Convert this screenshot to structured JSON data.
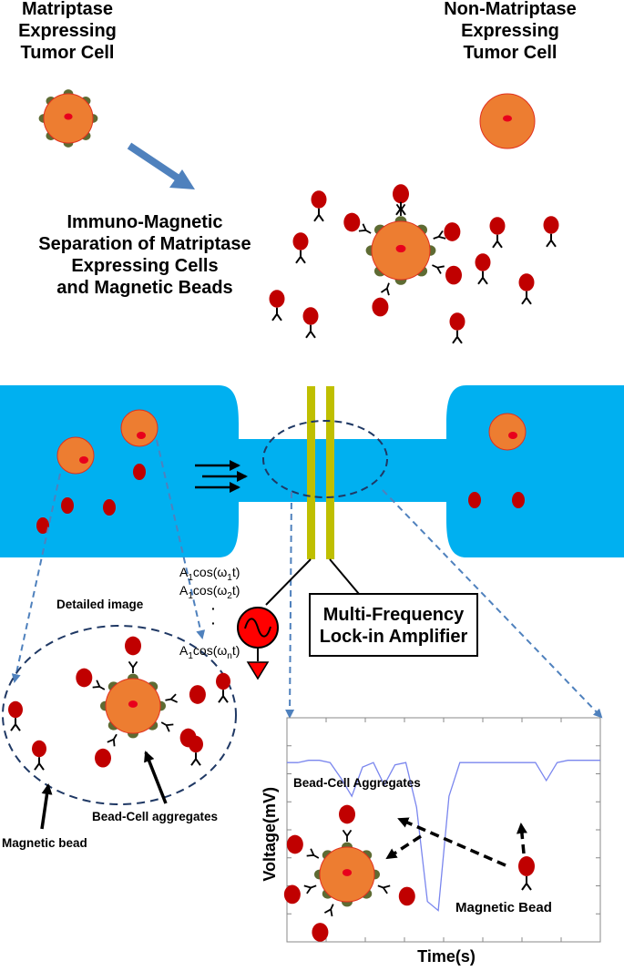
{
  "labels": {
    "matriptase_cell": "Matriptase\nExpressing\nTumor Cell",
    "non_matriptase_cell": "Non-Matriptase\nExpressing\nTumor Cell",
    "separation": "Immuno-Magnetic\nSeparation of Matriptase\nExpressing Cells\nand Magnetic Beads",
    "detailed_image": "Detailed image",
    "magnetic_bead": "Magnetic bead",
    "bead_cell_aggregates": "Bead-Cell aggregates",
    "lockin_amplifier": "Multi-Frequency\nLock-in Amplifier",
    "signal_line_1_prefix": "A",
    "signal_line_1_mid": "cos(ω",
    "signal_line_1_suffix": "t)",
    "signal_sub_1": "1",
    "signal_sub_n": "n",
    "signal_sub_2": "2",
    "signal_dots": "·",
    "plot_aggregates": "Bead-Cell Aggregates",
    "plot_magnetic_bead": "Magnetic Bead"
  },
  "chart_data": {
    "type": "line",
    "title": "",
    "xlabel": "Time(s)",
    "ylabel": "Voltage(mV)",
    "series": [
      {
        "values": [
          0.8,
          0.8,
          0.81,
          0.81,
          0.8,
          0.73,
          0.65,
          0.78,
          0.8,
          0.7,
          0.79,
          0.8,
          0.6,
          0.18,
          0.14,
          0.65,
          0.8,
          0.8,
          0.8,
          0.8,
          0.8,
          0.8,
          0.8,
          0.8,
          0.72,
          0.8,
          0.81,
          0.81,
          0.81,
          0.81
        ]
      }
    ]
  },
  "colors": {
    "channel": "#00b0f0",
    "cell": "#ed7d31",
    "bead": "#c00000",
    "nucleus": "#e8001c",
    "antigen": "#5e6b33",
    "electrode": "#bfbf00",
    "dashed_arrow": "#4f81bd",
    "trace": "#7a86ee"
  },
  "icons": [
    "ac-source-icon",
    "ground-icon"
  ]
}
